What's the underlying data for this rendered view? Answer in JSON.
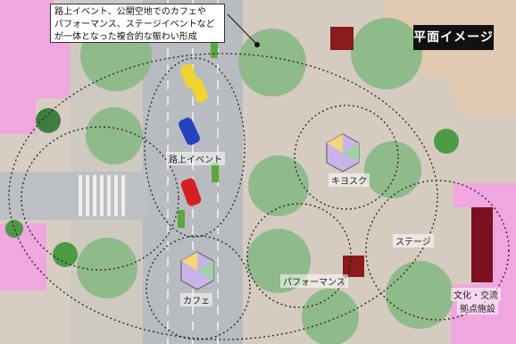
{
  "title": "平面イメージ",
  "callout": {
    "lines": [
      "路上イベント、公開空地でのカフェや",
      "パフォーマンス、ステージイベントなど",
      "が一体となった複合的な賑わい形成"
    ]
  },
  "zones": {
    "street_event": "路上イベント",
    "kiosk": "キヨスク",
    "cafe": "カフェ",
    "performance": "パフォーマンス",
    "stage": "ステージ",
    "facility_line1": "文化・交流",
    "facility_line2": "拠点施設"
  },
  "colors": {
    "plaza": "#d9cfc6",
    "road": "#b9bcc0",
    "sidewalk": "#cfcac2",
    "tree": "#8fba8a",
    "tree_dark": "#3f7d3f",
    "building": "#f0a6df",
    "title_bg": "#111111"
  }
}
